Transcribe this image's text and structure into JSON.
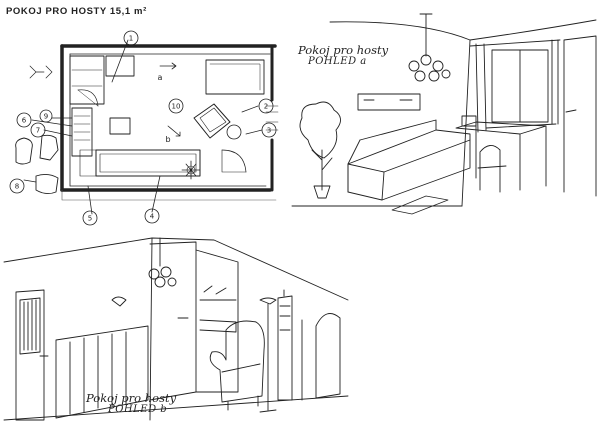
{
  "title": "POKOJ PRO HOSTY 15,1 m²",
  "view_a": {
    "line1": "Pokoj pro hosty",
    "line2": "POHLED a"
  },
  "view_b": {
    "line1": "Pokoj pro hosty",
    "line2": "POHLED b"
  },
  "plan": {
    "markers": [
      "1",
      "2",
      "3",
      "4",
      "5",
      "6",
      "7",
      "8",
      "9",
      "10"
    ],
    "view_labels": [
      "a",
      "b"
    ]
  },
  "colors": {
    "ink": "#222222",
    "paper": "#ffffff",
    "hatch": "#555555"
  }
}
